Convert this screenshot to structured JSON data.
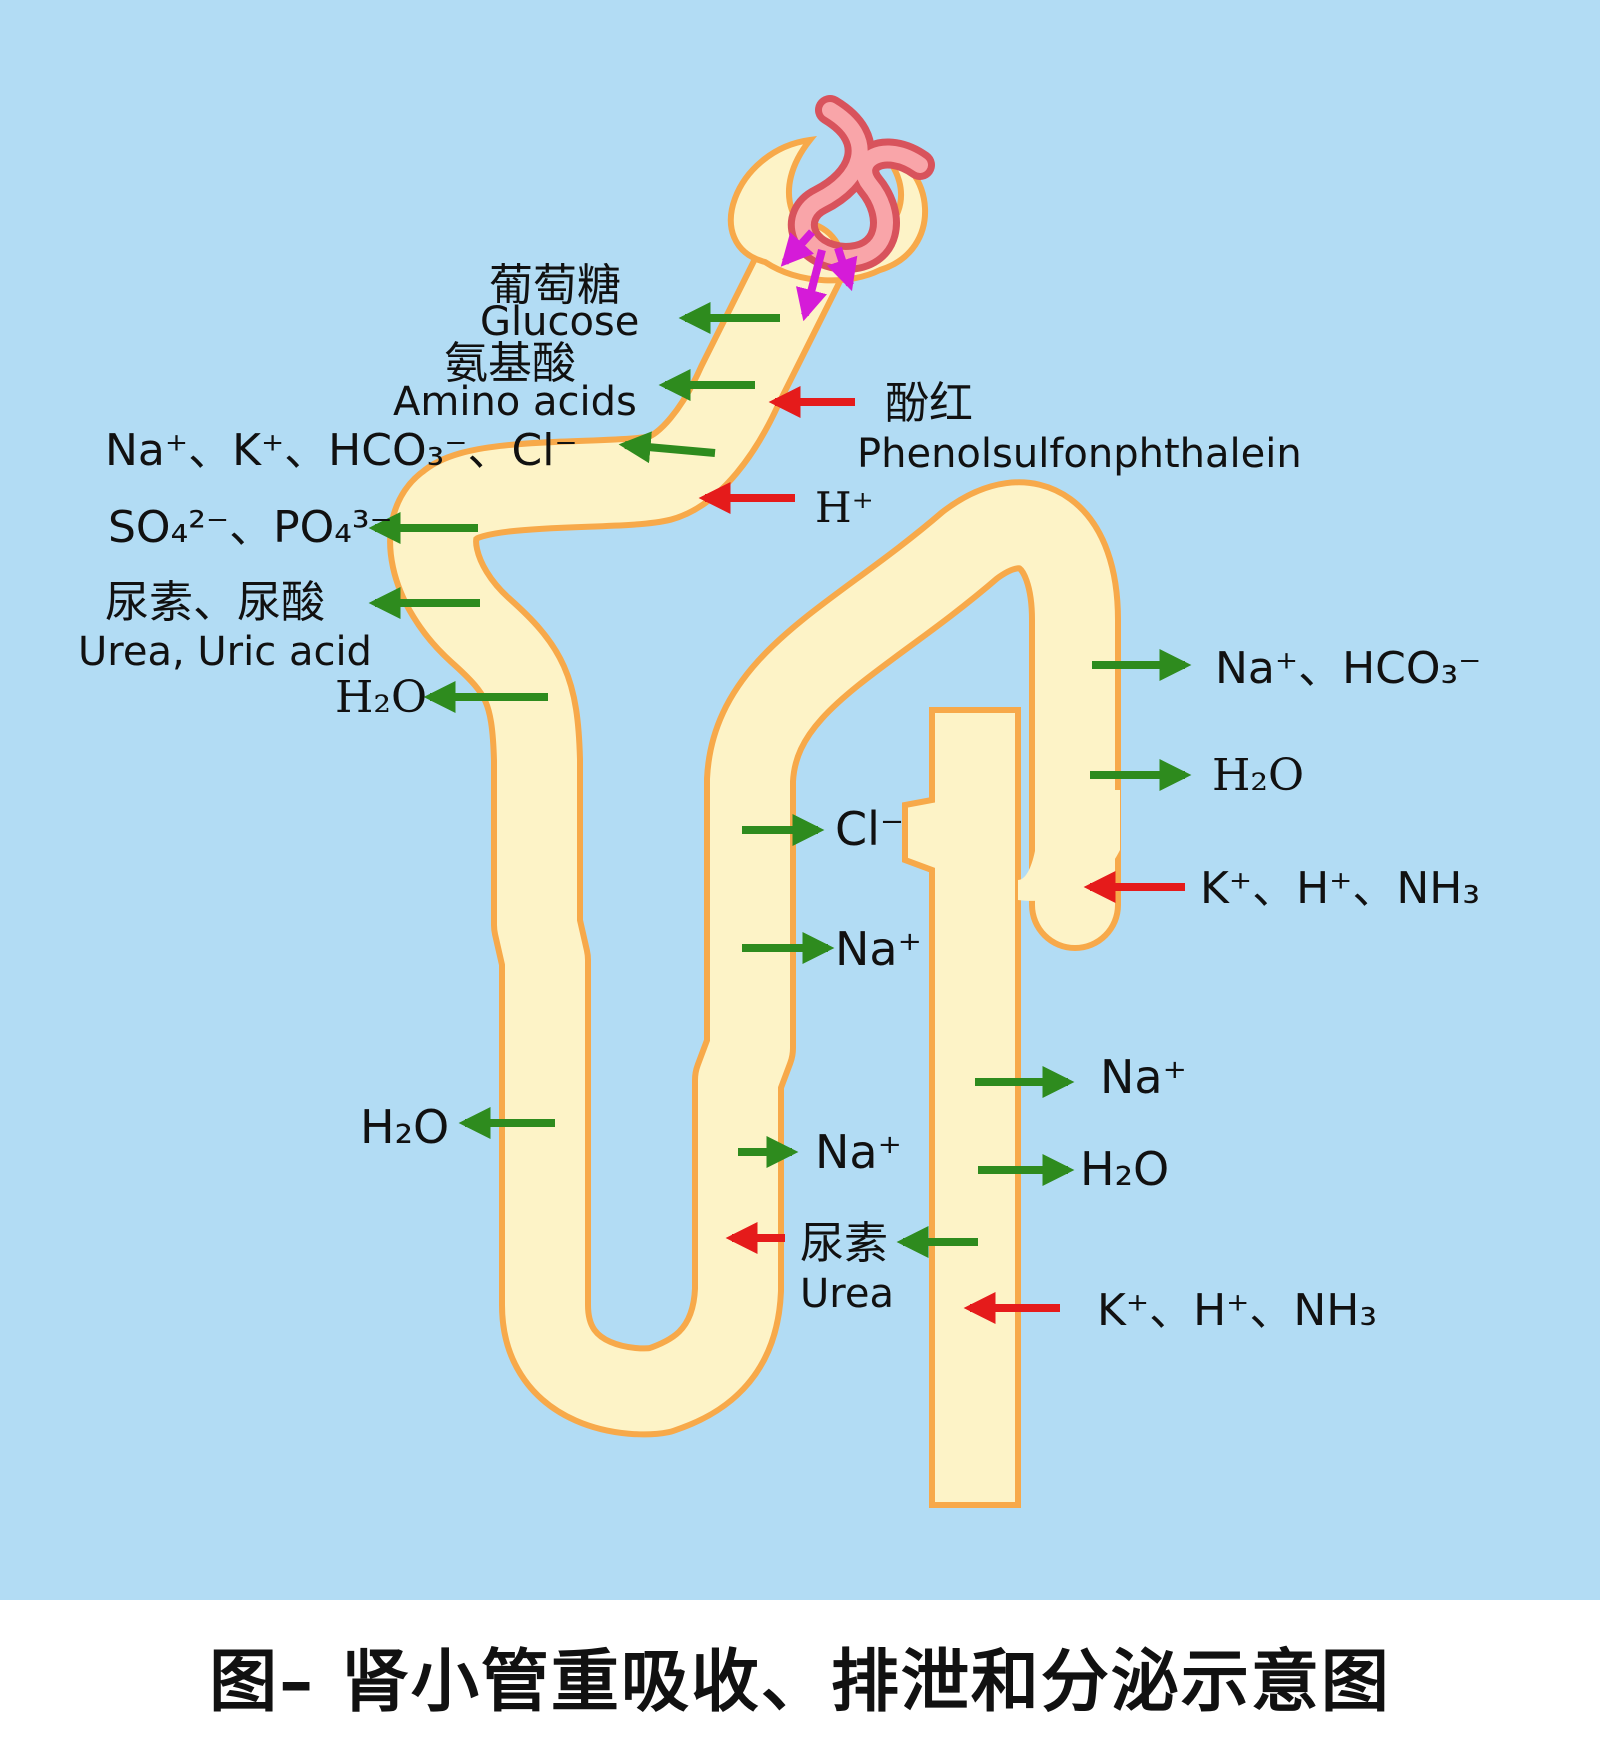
{
  "caption": "图– 肾小管重吸收、排泄和分泌示意图",
  "colors": {
    "background": "#b2dcf4",
    "tubule_fill": "#fdf3c7",
    "tubule_stroke": "#f7a94a",
    "capillary": "#f0787f",
    "reabsorption_arrow": "#2e8b1e",
    "secretion_arrow": "#e51b1b",
    "filtration_arrow": "#d51bd8"
  },
  "labels": {
    "glucose_cn": "葡萄糖",
    "glucose_en": "Glucose",
    "amino_cn": "氨基酸",
    "amino_en": "Amino acids",
    "ions1": "Na⁺、K⁺、HCO₃⁻、Cl⁻",
    "ions2": "SO₄²⁻、PO₄³⁻",
    "urea_cn": "尿素、尿酸",
    "urea_en": "Urea, Uric acid",
    "h2o_pct_upper": "H₂O",
    "h2o_descending": "H₂O",
    "phenol_cn": "酚红",
    "phenol_en": "Phenolsulfonphthalein",
    "h_plus_proximal": "H⁺",
    "cl_ascending": "Cl⁻",
    "na_ascending_thick": "Na⁺",
    "na_ascending_thin": "Na⁺",
    "urea_loop_cn": "尿素",
    "urea_loop_en": "Urea",
    "dct_na_hco3": "Na⁺、HCO₃⁻",
    "dct_h2o": "H₂O",
    "dct_secretion": "K⁺、H⁺、NH₃",
    "cd_na": "Na⁺",
    "cd_h2o": "H₂O",
    "cd_secretion": "K⁺、H⁺、NH₃"
  }
}
